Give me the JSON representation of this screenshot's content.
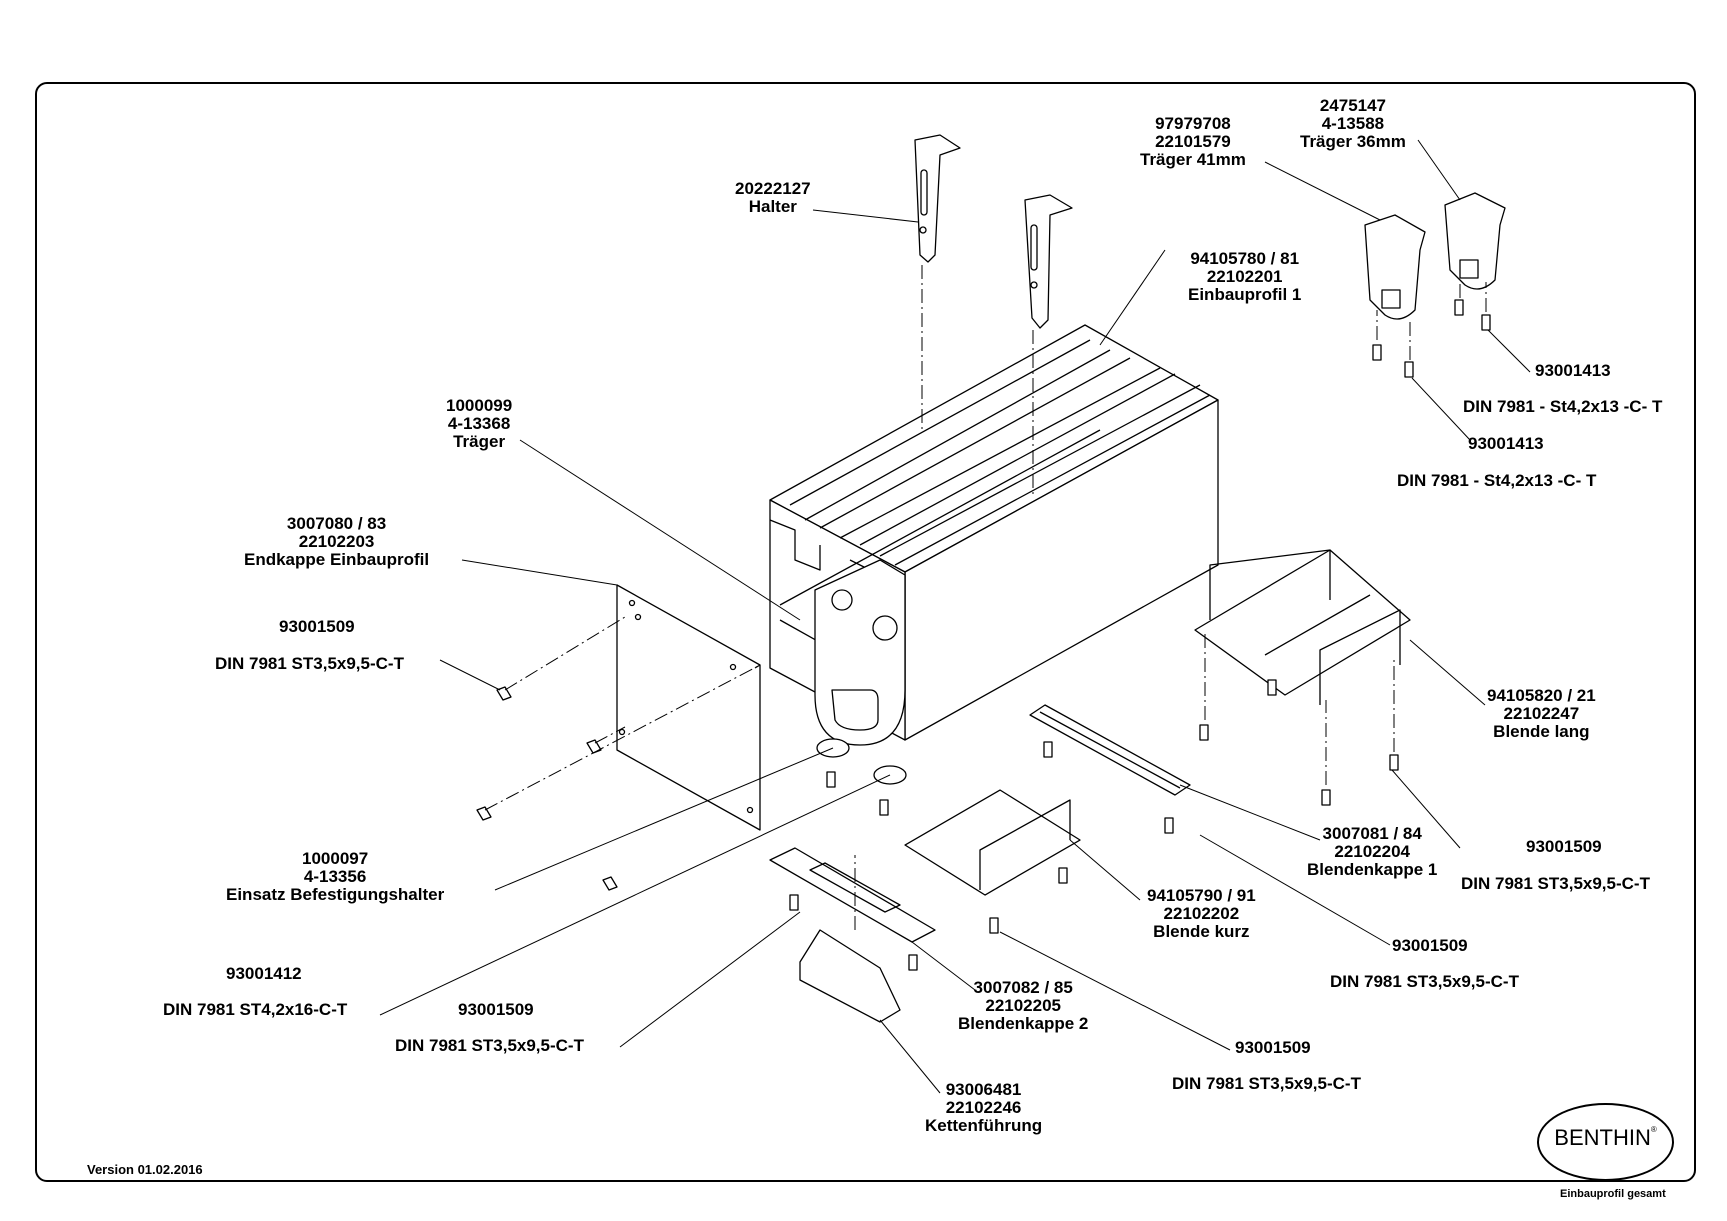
{
  "parts": {
    "halter": {
      "number": "20222127",
      "name": "Halter"
    },
    "traeger_41": {
      "number1": "97979708",
      "number2": "22101579",
      "name": "Träger 41mm"
    },
    "traeger_36": {
      "number1": "2475147",
      "number2": "4-13588",
      "name": "Träger 36mm"
    },
    "einbauprofil": {
      "number1": "94105780 / 81",
      "number2": "22102201",
      "name": "Einbauprofil 1"
    },
    "traeger": {
      "number1": "1000099",
      "number2": "4-13368",
      "name": "Träger"
    },
    "screw_traeger_36": {
      "number": "93001413",
      "spec": "DIN 7981 - St4,2x13 -C- T"
    },
    "screw_traeger_41": {
      "number": "93001413",
      "spec": "DIN 7981 - St4,2x13 -C- T"
    },
    "endkappe": {
      "number1": "3007080 / 83",
      "number2": "22102203",
      "name": "Endkappe Einbauprofil"
    },
    "screw_endkappe": {
      "number": "93001509",
      "spec": "DIN 7981 ST3,5x9,5-C-T"
    },
    "blende_lang": {
      "number1": "94105820 / 21",
      "number2": "22102247",
      "name": "Blende lang"
    },
    "einsatz": {
      "number1": "1000097",
      "number2": "4-13356",
      "name": "Einsatz Befestigungshalter"
    },
    "blendenkappe_1": {
      "number1": "3007081 / 84",
      "number2": "22102204",
      "name": "Blendenkappe 1"
    },
    "screw_blende_lang": {
      "number": "93001509",
      "spec": "DIN 7981 ST3,5x9,5-C-T"
    },
    "blende_kurz": {
      "number1": "94105790 / 91",
      "number2": "22102202",
      "name": "Blende kurz"
    },
    "screw_blendenkappe_1": {
      "number": "93001509",
      "spec": "DIN 7981 ST3,5x9,5-C-T"
    },
    "screw_einsatz": {
      "number": "93001412",
      "spec": "DIN 7981 ST4,2x16-C-T"
    },
    "screw_blendenkappe_2": {
      "number": "93001509",
      "spec": "DIN 7981 ST3,5x9,5-C-T"
    },
    "blendenkappe_2": {
      "number1": "3007082 / 85",
      "number2": "22102205",
      "name": "Blendenkappe 2"
    },
    "screw_blende_kurz": {
      "number": "93001509",
      "spec": "DIN 7981 ST3,5x9,5-C-T"
    },
    "kettenfuehrung": {
      "number1": "93006481",
      "number2": "22102246",
      "name": "Kettenführung"
    }
  },
  "footer": {
    "version": "Version 01.02.2016",
    "sheet_title": "Einbauprofil gesamt",
    "logo": "BENTHIN",
    "logo_mark": "®"
  }
}
